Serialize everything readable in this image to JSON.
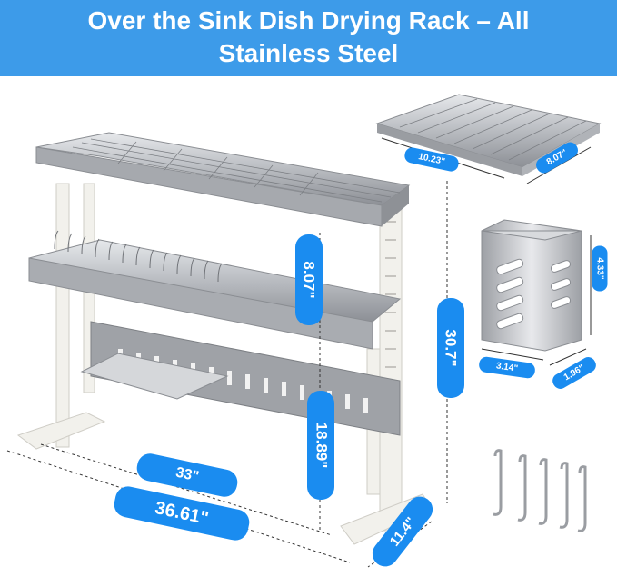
{
  "header": {
    "title_line1": "Over the Sink Dish Drying Rack – All",
    "title_line2": "Stainless Steel"
  },
  "dimensions": {
    "shelf_depth": "8.07\"",
    "total_height": "30.7\"",
    "lower_clearance": "18.89\"",
    "inner_width": "33\"",
    "outer_width": "36.61\"",
    "base_depth": "11.4\"",
    "tray_width": "10.23\"",
    "tray_depth": "8.07\"",
    "holder_height": "4.33\"",
    "holder_width": "3.14\"",
    "holder_depth": "1.96\""
  },
  "colors": {
    "banner": "#3d9be9",
    "label": "#1a8cf0",
    "steel": "#c9ccd1",
    "frame": "#f2f1ec"
  }
}
